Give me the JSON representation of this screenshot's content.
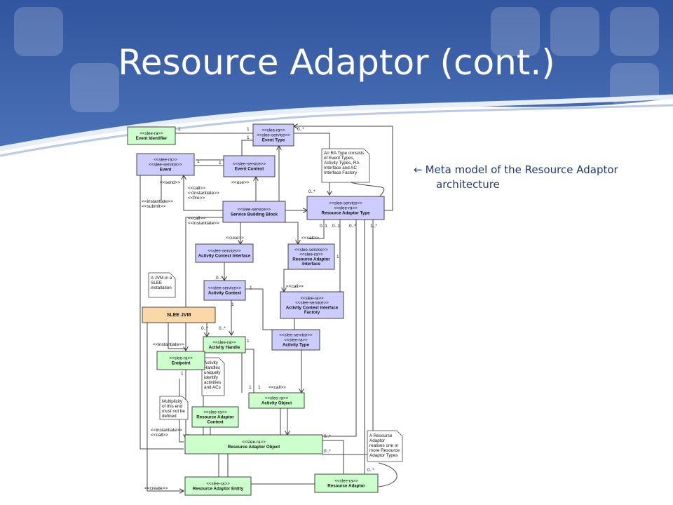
{
  "slide": {
    "title": "Resource Adaptor (cont.)",
    "caption_arrow": "←",
    "caption_line1": "Meta model of the Resource Adaptor",
    "caption_line2": "architecture"
  },
  "colors": {
    "header": "#3a5ea8",
    "entity": "#ccccff",
    "ra": "#ccffcc",
    "jvm": "#fcd8a8",
    "note": "#ffffff"
  },
  "boxes": {
    "event_identifier": {
      "st": "<<slee-ra>>",
      "name": "Event Identifier"
    },
    "event_type": {
      "st": "<<slee-ra>>",
      "st2": "<<slee-service>>",
      "name": "Event Type"
    },
    "event": {
      "st": "<<slee-ra>>",
      "st2": "<<slee-service>>",
      "name": "Event"
    },
    "event_context": {
      "st": "<<slee-service>>",
      "name": "Event Context"
    },
    "sbb": {
      "st": "<<slee-service>>",
      "name": "Service Building Block"
    },
    "ra_type": {
      "st": "<<slee-service>>",
      "st2": "<<slee-ra>>",
      "name": "Resource Adaptor Type"
    },
    "aci": {
      "st": "<<slee-service>>",
      "name": "Activity Context Interface"
    },
    "rai": {
      "st": "<<slee-service>>",
      "st2": "<<slee-ra>>",
      "name": "Resource Adaptor",
      "name2": "Interface"
    },
    "ac": {
      "st": "<<slee-service>>",
      "name": "Activity Context"
    },
    "acif": {
      "st": "<<slee-ra>>",
      "st2": "<<slee-service>>",
      "name": "Activity Context Interface",
      "name2": "Factory"
    },
    "jvm": {
      "name": "SLEE JVM"
    },
    "ah": {
      "st": "<<slee-ra>>",
      "name": "Activity Handle"
    },
    "at": {
      "st": "<<slee-service>>",
      "st2": "<<slee-ra>>",
      "name": "Activity Type"
    },
    "endpoint": {
      "st": "<<slee-ra>>",
      "name": "Endpoint"
    },
    "ao": {
      "st": "<<slee-ra>>",
      "name": "Activity Object"
    },
    "rac": {
      "st": "<<slee-ra>>",
      "name": "Resource Adaptor",
      "name2": "Context"
    },
    "rao": {
      "st": "<<slee-ra>>",
      "name": "Resource Adaptor Object"
    },
    "rae": {
      "st": "<<slee-ra>>",
      "name": "Resource Adaptor Entity"
    },
    "ra": {
      "st": "<<slee-ra>>",
      "name": "Resource Adaptor"
    }
  },
  "notes": {
    "ra_type_note": [
      "An RA Type consists",
      "of Event Types,",
      "Activity Types, RA",
      "Interface and AC",
      "Interface Factory"
    ],
    "jvm_note": [
      "A JVM in a",
      "SLEE",
      "installation"
    ],
    "ah_note": [
      "Activity",
      "Handles",
      "uniquely",
      "identify",
      "activities",
      "and ACs"
    ],
    "mult_note": [
      "Multiplicity",
      "of this end",
      "must not be",
      "defined"
    ],
    "ra_note": [
      "A Resource",
      "Adaptor",
      "realises one or",
      "more Resource",
      "Adaptor Types"
    ]
  },
  "labels": {
    "one": "1",
    "zero_many": "0..*",
    "zero_one": "0..1",
    "one_many": "1..*",
    "send": "<<send>>",
    "use": "<<use>>",
    "call": "<<call>>",
    "instantiate": "<<instantiate>>",
    "fire": "<<fire>>",
    "submit": "<<submit>>",
    "create": "<<create>>"
  }
}
